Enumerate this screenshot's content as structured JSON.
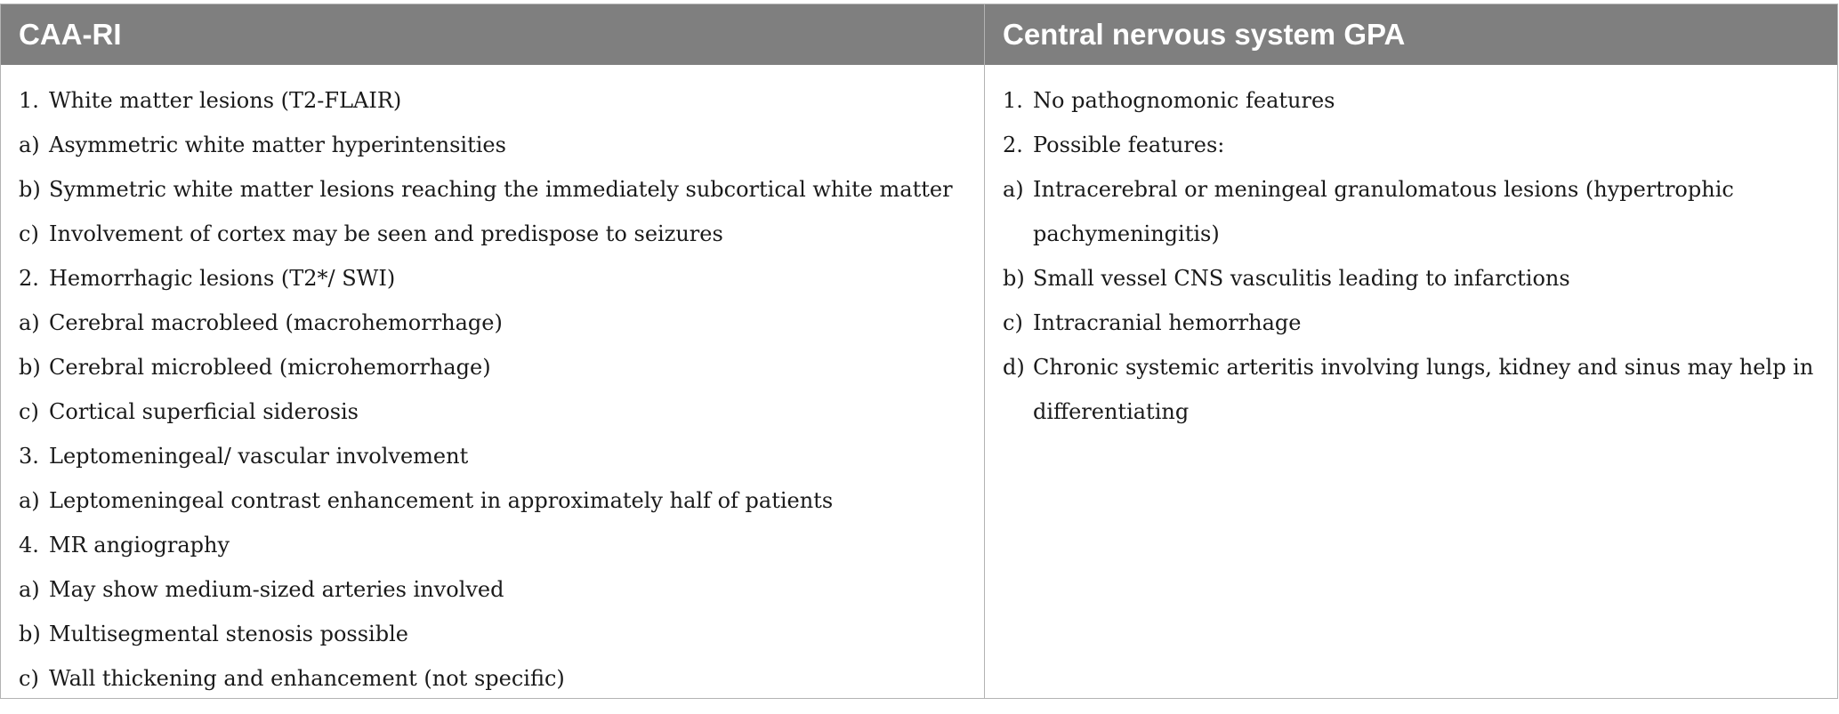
{
  "table": {
    "columns": [
      {
        "header": "CAA-RI",
        "items": [
          {
            "marker": "1.",
            "lines": [
              "White matter lesions (T2-FLAIR)"
            ]
          },
          {
            "marker": "a)",
            "lines": [
              "Asymmetric white matter hyperintensities"
            ]
          },
          {
            "marker": "b)",
            "lines": [
              "Symmetric white matter lesions reaching the immediately subcortical white matter"
            ]
          },
          {
            "marker": "c)",
            "lines": [
              "Involvement of cortex may be seen and predispose to seizures"
            ]
          },
          {
            "marker": "2.",
            "lines": [
              "Hemorrhagic lesions (T2*/ SWI)"
            ]
          },
          {
            "marker": "a)",
            "lines": [
              "Cerebral macrobleed (macrohemorrhage)"
            ]
          },
          {
            "marker": "b)",
            "lines": [
              "Cerebral microbleed (microhemorrhage)"
            ]
          },
          {
            "marker": "c)",
            "lines": [
              "Cortical superficial siderosis"
            ]
          },
          {
            "marker": "3.",
            "lines": [
              "Leptomeningeal/ vascular involvement"
            ]
          },
          {
            "marker": "a)",
            "lines": [
              "Leptomeningeal contrast enhancement in approximately half of patients"
            ]
          },
          {
            "marker": "4.",
            "lines": [
              "MR angiography"
            ]
          },
          {
            "marker": "a)",
            "lines": [
              "May show medium-sized arteries involved"
            ]
          },
          {
            "marker": "b)",
            "lines": [
              "Multisegmental stenosis possible"
            ]
          },
          {
            "marker": "c)",
            "lines": [
              "Wall thickening and enhancement (not specific)"
            ]
          }
        ]
      },
      {
        "header": "Central nervous system GPA",
        "items": [
          {
            "marker": "1.",
            "lines": [
              "No pathognomonic features"
            ]
          },
          {
            "marker": "2.",
            "lines": [
              "Possible features:"
            ]
          },
          {
            "marker": "a)",
            "lines": [
              "Intracerebral or meningeal granulomatous lesions (hypertrophic",
              "pachymeningitis)"
            ]
          },
          {
            "marker": "b)",
            "lines": [
              "Small vessel CNS vasculitis leading to infarctions"
            ]
          },
          {
            "marker": "c)",
            "lines": [
              "Intracranial hemorrhage"
            ]
          },
          {
            "marker": "d)",
            "lines": [
              "Chronic systemic arteritis involving lungs, kidney and sinus may help in",
              "differentiating"
            ]
          }
        ]
      }
    ]
  }
}
